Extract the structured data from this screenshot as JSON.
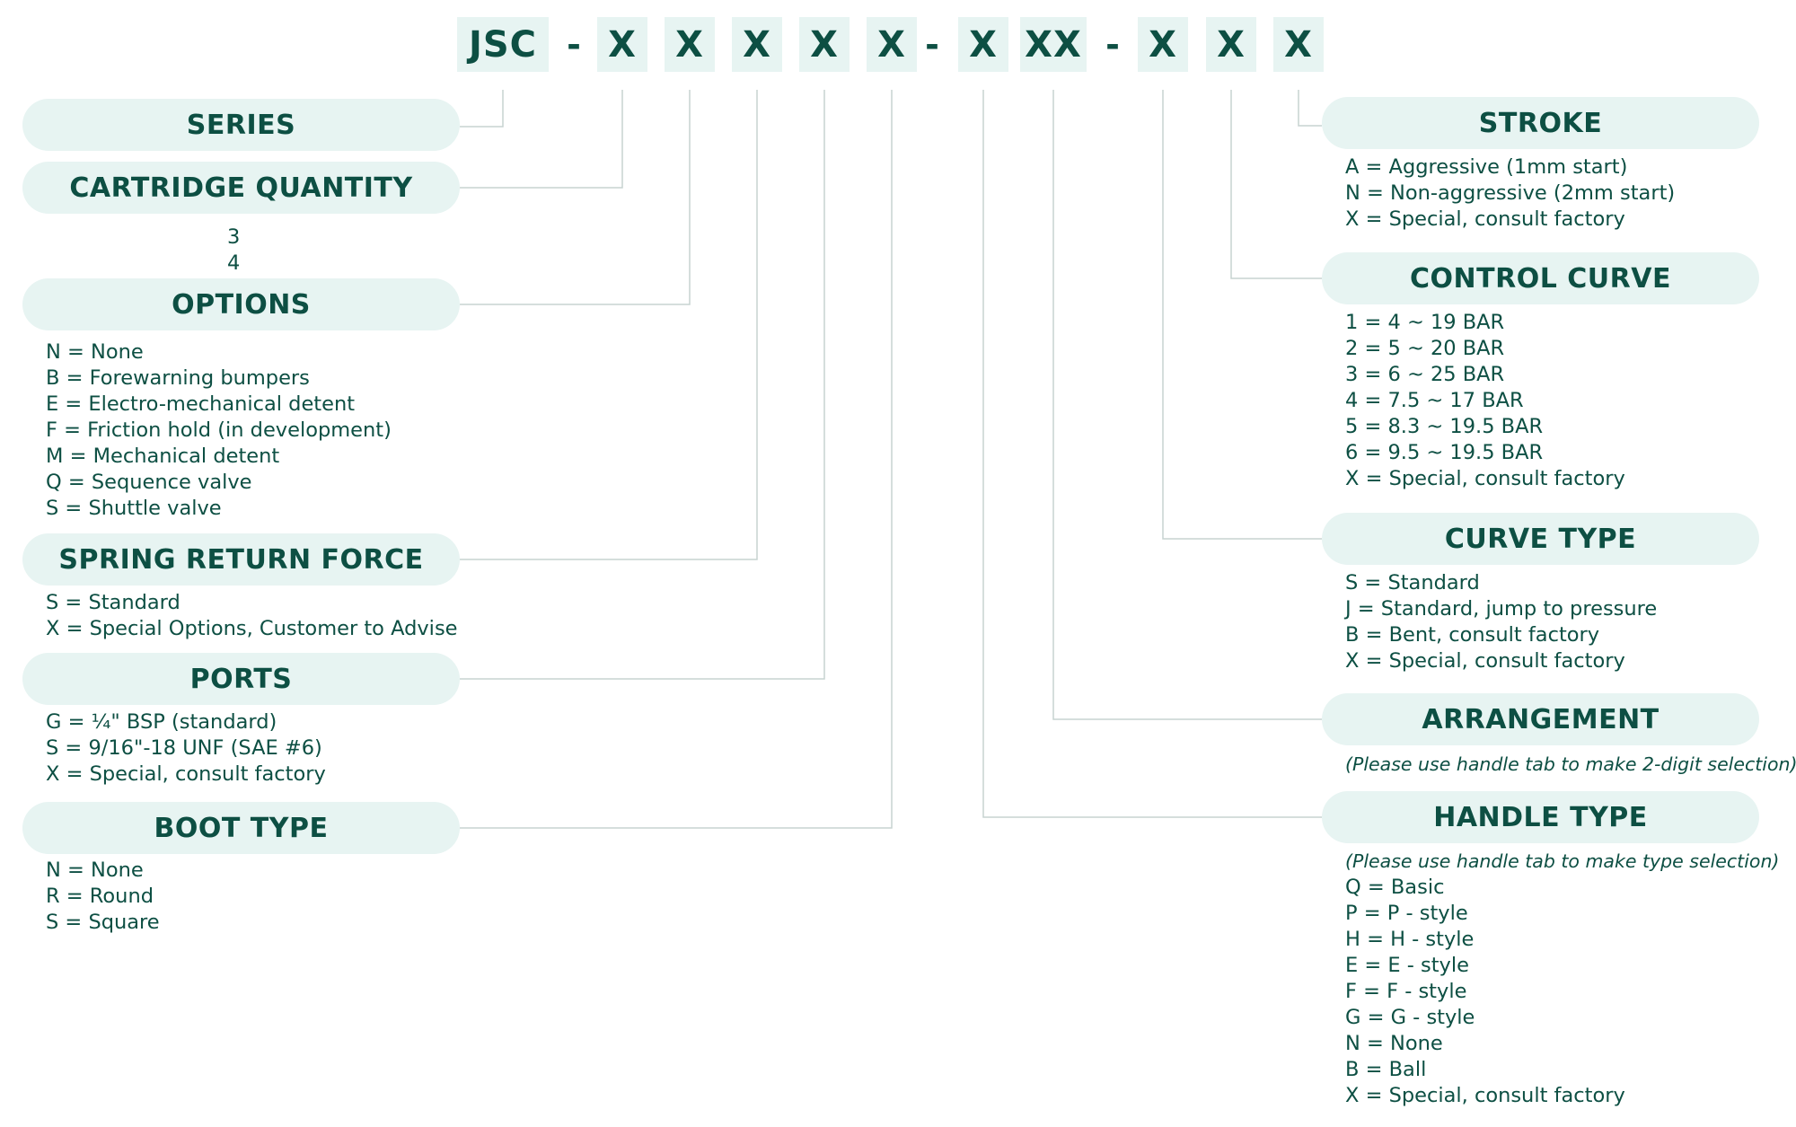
{
  "code": {
    "segments": [
      "JSC",
      "X",
      "X",
      "X",
      "X",
      "X",
      "X",
      "XX",
      "X",
      "X",
      "X"
    ],
    "separator": "-"
  },
  "fields": {
    "series": {
      "label": "SERIES"
    },
    "cartridge_quantity": {
      "label": "CARTRIDGE QUANTITY",
      "options": [
        "3",
        "4"
      ]
    },
    "options": {
      "label": "OPTIONS",
      "options": [
        "N = None",
        "B = Forewarning bumpers",
        "E = Electro-mechanical detent",
        "F = Friction hold (in development)",
        "M = Mechanical detent",
        "Q = Sequence valve",
        "S = Shuttle valve"
      ]
    },
    "spring_return_force": {
      "label": "SPRING RETURN FORCE",
      "options": [
        "S = Standard",
        "X = Special Options, Customer to Advise"
      ]
    },
    "ports": {
      "label": "PORTS",
      "options": [
        "G = ¼\" BSP (standard)",
        "S = 9/16\"-18 UNF (SAE #6)",
        "X = Special, consult factory"
      ]
    },
    "boot_type": {
      "label": "BOOT TYPE",
      "options": [
        "N = None",
        "R = Round",
        "S = Square"
      ]
    },
    "stroke": {
      "label": "STROKE",
      "options": [
        "A = Aggressive (1mm start)",
        "N = Non-aggressive (2mm start)",
        "X = Special, consult factory"
      ]
    },
    "control_curve": {
      "label": "CONTROL CURVE",
      "options": [
        "1 = 4 ~ 19 BAR",
        "2 = 5 ~ 20 BAR",
        "3 = 6 ~ 25 BAR",
        "4 = 7.5 ~ 17 BAR",
        "5 = 8.3 ~ 19.5 BAR",
        "6 = 9.5 ~ 19.5 BAR",
        "X = Special, consult factory"
      ]
    },
    "curve_type": {
      "label": "CURVE TYPE",
      "options": [
        "S = Standard",
        "J = Standard, jump to pressure",
        "B = Bent, consult factory",
        "X = Special, consult factory"
      ]
    },
    "arrangement": {
      "label": "ARRANGEMENT",
      "note": "(Please use handle tab to make 2-digit selection)"
    },
    "handle_type": {
      "label": "HANDLE TYPE",
      "note": "(Please use handle tab to make type selection)",
      "options": [
        "Q = Basic",
        "P = P - style",
        "H = H - style",
        "E = E - style",
        "F = F - style",
        "G = G - style",
        "N = None",
        "B = Ball",
        "X = Special, consult factory"
      ]
    }
  }
}
